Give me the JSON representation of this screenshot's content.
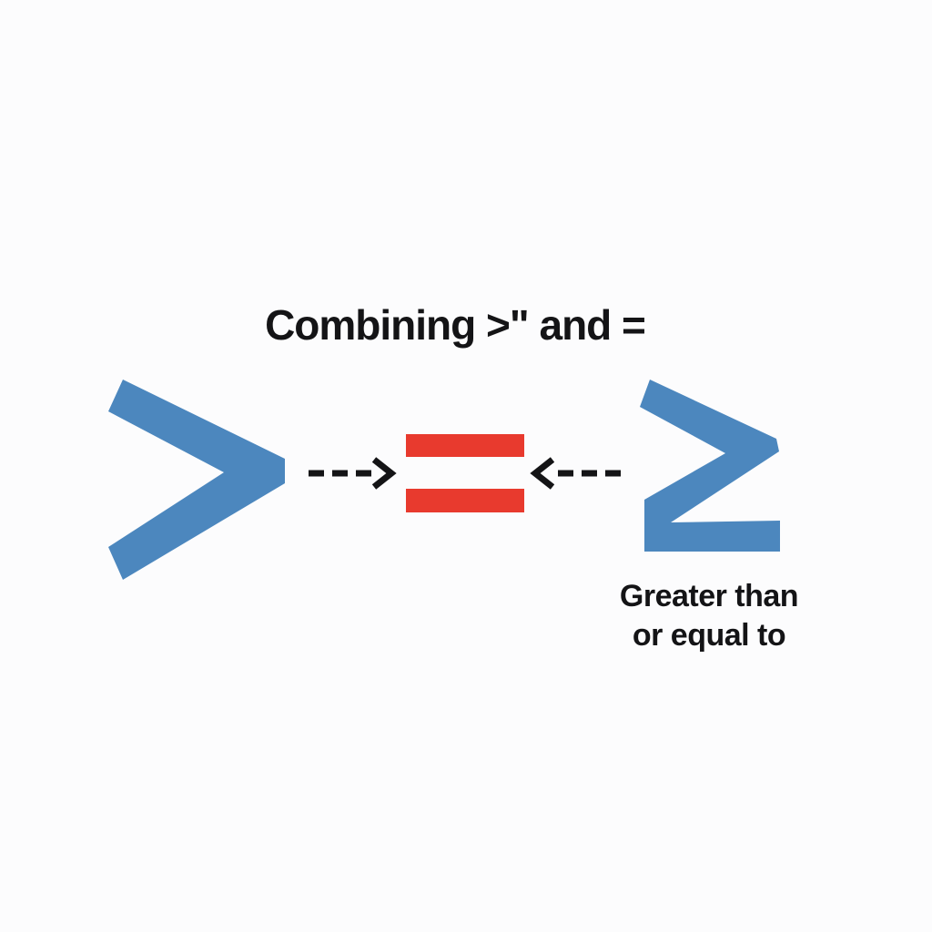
{
  "title": "Combining >\" and =",
  "caption": {
    "line1": "Greater than",
    "line2": "or equal to"
  },
  "symbols": {
    "left": "greater-than",
    "center": "equals",
    "right": "greater-than-or-equal"
  },
  "icons": {
    "left_arrow": "dashed-arrow-right-icon",
    "right_arrow": "dashed-arrow-left-icon"
  },
  "colors": {
    "blue": "#4C87BE",
    "red": "#E83A2E",
    "arrow": "#141416",
    "text": "#141416",
    "background": "#FCFCFD"
  }
}
